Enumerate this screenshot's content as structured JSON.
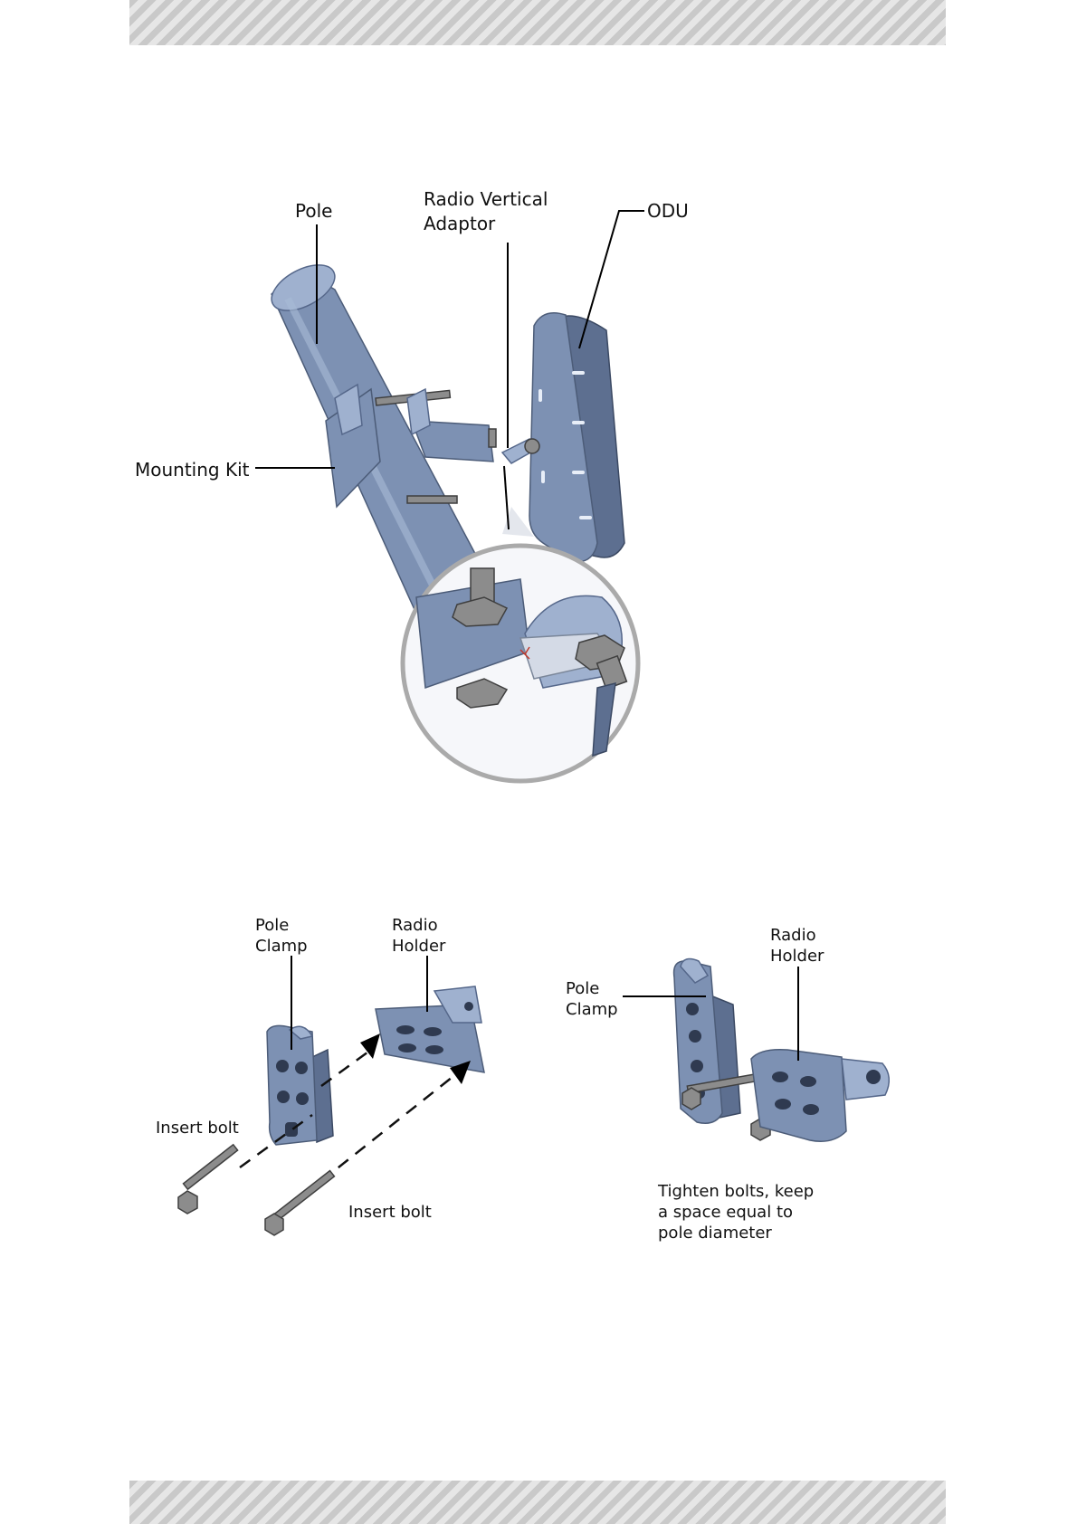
{
  "figure1": {
    "labels": {
      "pole": "Pole",
      "radio_vertical_adaptor_1": "Radio Vertical",
      "radio_vertical_adaptor_2": "Adaptor",
      "odu": "ODU",
      "mounting_kit": "Mounting Kit"
    }
  },
  "figure2": {
    "labels": {
      "pole_clamp_1": "Pole",
      "pole_clamp_2": "Clamp",
      "radio_holder_1": "Radio",
      "radio_holder_2": "Holder",
      "insert_bolt_a": "Insert bolt",
      "insert_bolt_b": "Insert bolt"
    }
  },
  "figure3": {
    "labels": {
      "pole_clamp_1": "Pole",
      "pole_clamp_2": "Clamp",
      "radio_holder_1": "Radio",
      "radio_holder_2": "Holder",
      "instruction_1": "Tighten bolts, keep",
      "instruction_2": "a space equal to",
      "instruction_3": "pole diameter"
    }
  },
  "colors": {
    "metal": "#7d91b3",
    "hatch": "#c9c9c9"
  }
}
